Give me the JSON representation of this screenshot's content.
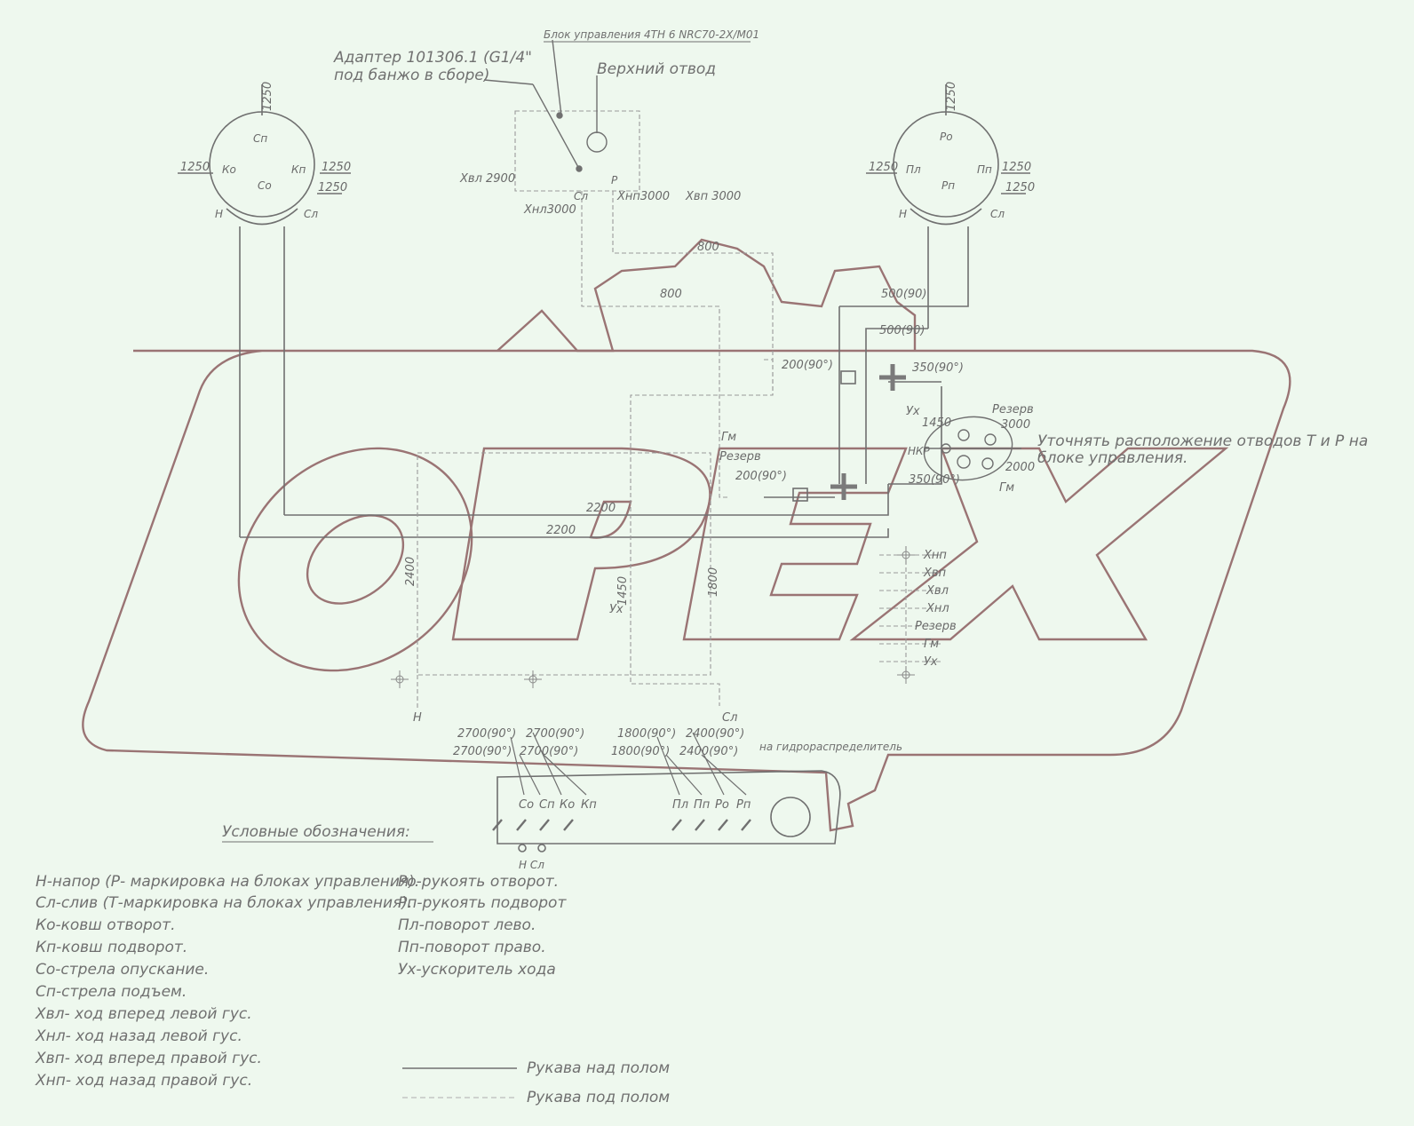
{
  "diagram": {
    "callouts": {
      "control_block": "Блок управления 4ТН 6 NRC70-2X/M01",
      "adapter_line1": "Адаптер 101306.1 (G1/4\"",
      "adapter_line2": "под банжо в сборе)",
      "upper_outlet": "Верхний отвод",
      "clarify_line1": "Уточнять расположение отводов Т и Р на",
      "clarify_line2": "блоке управления.",
      "to_distributor": "на гидрораспределитель"
    },
    "left_pedal": {
      "dim_top": "1250",
      "dim_left": "1250",
      "dim_right": "1250",
      "dim_right2": "1250",
      "ports": [
        "Сп",
        "Ко",
        "Кп",
        "Со",
        "Н",
        "Сл"
      ]
    },
    "right_pedal": {
      "dim_top": "1250",
      "dim_left": "1250",
      "dim_right": "1250",
      "dim_right2": "1250",
      "ports": [
        "Ро",
        "Пл",
        "Пп",
        "Рп",
        "Н",
        "Сл"
      ]
    },
    "block": {
      "left_hose": "Хвл 2900",
      "bottom_left": "Хнл3000",
      "port_sl": "Сл",
      "port_p": "Р",
      "bottom_right": "Хнп3000",
      "right": "Хвп 3000"
    },
    "lengths": {
      "l800a": "800",
      "l800b": "800",
      "l500a": "500(90)",
      "l500b": "500(90)",
      "l200a": "200(90°)",
      "l350a": "350(90°)",
      "l200b": "200(90°)",
      "l350b": "350(90°)",
      "l1450": "1450",
      "l3000": "3000",
      "l2000": "2000",
      "l2200a": "2200",
      "l2200b": "2200",
      "l2400": "2400",
      "l1450v": "1450",
      "l1800v": "1800"
    },
    "right_ports": {
      "ux_top": "Ух",
      "reserve_top": "Резерв",
      "gm_right": "Гм",
      "gm_left": "Гм",
      "reserve_left": "Резерв",
      "ux_left": "Ух",
      "n_bottom": "Н",
      "sl_bottom": "Сл",
      "nkp": "НКР"
    },
    "stack_labels": [
      "Хнп",
      "Хвп",
      "Хвл",
      "Хнл",
      "Резерв",
      "Гм",
      "Ух"
    ],
    "bottom_hoses": {
      "l1": "2700(90°)",
      "l2": "2700(90°)",
      "l3": "2700(90°)",
      "l4": "2700(90°)",
      "r1": "1800(90°)",
      "r2": "1800(90°)",
      "r3": "2400(90°)",
      "r4": "2400(90°)"
    },
    "console": {
      "left_ports": [
        "Со",
        "Сп",
        "Ко",
        "Кп"
      ],
      "right_ports": [
        "Пл",
        "Пп",
        "Ро",
        "Рп"
      ],
      "bottom": "Н Сл"
    },
    "watermark": "OPEX"
  },
  "legend": {
    "title": "Условные обозначения:",
    "col1": [
      "Н-напор (Р- маркировка на блоках управления).",
      "Сл-слив (Т-маркировка на блоках управления).",
      "Ко-ковш отворот.",
      "Кп-ковш подворот.",
      "Со-стрела опускание.",
      "Сп-стрела подъем.",
      "Хвл- ход вперед левой гус.",
      "Хнл- ход назад левой гус.",
      "Хвп- ход вперед правой гус.",
      "Хнп- ход назад правой гус."
    ],
    "col2": [
      "Ро-рукоять отворот.",
      "Рп-рукоять подворот",
      "Пл-поворот лево.",
      "Пп-поворот право.",
      "Ух-ускоритель хода"
    ],
    "line_above": "Рукава над полом",
    "line_below": "Рукава под полом"
  }
}
